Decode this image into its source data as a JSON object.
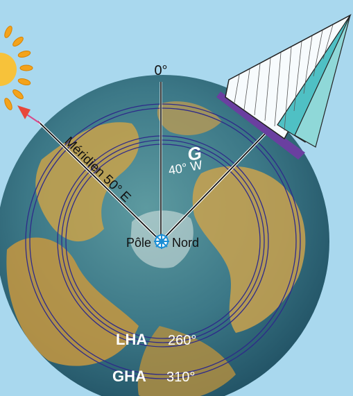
{
  "labels": {
    "zero": "0°",
    "meridian": "Méridien 50° E",
    "g_letter": "G",
    "g_value": "40° W",
    "pole_left": "Pôle",
    "pole_right": "Nord",
    "lha_name": "LHA",
    "lha_value": "260°",
    "gha_name": "GHA",
    "gha_value": "310°"
  },
  "colors": {
    "background": "#a9d8ee",
    "ocean": "#3f7f8f",
    "land": "#c9a24a",
    "ring_line": "#2e2a8a",
    "meridian_arrow": "#e8473a",
    "sail": "#2fa7a8",
    "sail_base": "#6a3fa0",
    "sun": "#f3a31c"
  }
}
